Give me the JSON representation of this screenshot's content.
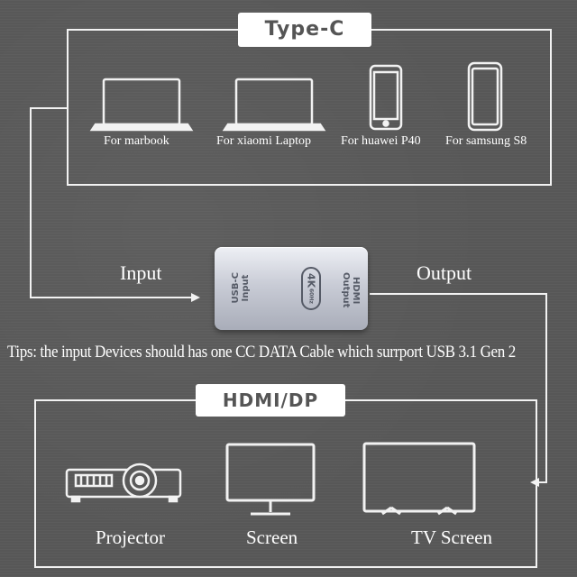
{
  "top_section": {
    "title": "Type-C",
    "devices": [
      {
        "label": "For marbook",
        "icon": "laptop-icon"
      },
      {
        "label": "For xiaomi Laptop",
        "icon": "laptop-icon"
      },
      {
        "label": "For huawei P40",
        "icon": "phone-icon"
      },
      {
        "label": "For samsung S8",
        "icon": "phone-icon"
      }
    ]
  },
  "adapter": {
    "left_text_line1": "USB-C",
    "left_text_line2": "Input",
    "badge_main": "4K",
    "badge_sub": "60Hz",
    "right_text_line1": "HDMI",
    "right_text_line2": "Output"
  },
  "flow": {
    "input_label": "Input",
    "output_label": "Output"
  },
  "tips": "Tips: the input Devices should has one CC DATA Cable which surrport USB 3.1 Gen 2",
  "bottom_section": {
    "title": "HDMI/DP",
    "devices": [
      {
        "label": "Projector",
        "icon": "projector-icon"
      },
      {
        "label": "Screen",
        "icon": "monitor-icon"
      },
      {
        "label": "TV Screen",
        "icon": "tv-icon"
      }
    ]
  },
  "colors": {
    "background": "#595959",
    "line": "#f2f2f2",
    "pill_text": "#555555"
  }
}
